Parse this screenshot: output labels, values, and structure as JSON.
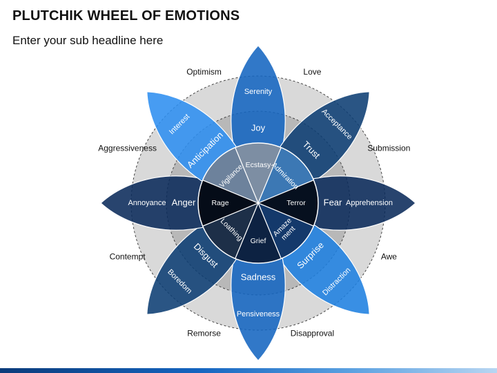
{
  "header": {
    "title": "PLUTCHIK WHEEL OF EMOTIONS",
    "subtitle": "Enter your sub headline here"
  },
  "petals": [
    {
      "outer": "Serenity",
      "middle": "Joy",
      "inner": "Ecstasy",
      "color": "#1565c0"
    },
    {
      "outer": "Acceptance",
      "middle": "Trust",
      "inner": "Admiration",
      "color": "#0d3d73"
    },
    {
      "outer": "Apprehension",
      "middle": "Fear",
      "inner": "Terror",
      "color": "#0a2a5a"
    },
    {
      "outer": "Distraction",
      "middle": "Surprise",
      "inner": "Amaze ment",
      "color": "#1e7fe0"
    },
    {
      "outer": "Pensiveness",
      "middle": "Sadness",
      "inner": "Grief",
      "color": "#1565c0"
    },
    {
      "outer": "Boredom",
      "middle": "Disgust",
      "inner": "Loathing",
      "color": "#0d3d73"
    },
    {
      "outer": "Annoyance",
      "middle": "Anger",
      "inner": "Rage",
      "color": "#0a2a5a"
    },
    {
      "outer": "Interest",
      "middle": "Anticipation",
      "inner": "Vigilance",
      "color": "#2e8ef0"
    }
  ],
  "dyads": [
    "Love",
    "Submission",
    "Awe",
    "Disapproval",
    "Remorse",
    "Contempt",
    "Aggressiveness",
    "Optimism"
  ]
}
